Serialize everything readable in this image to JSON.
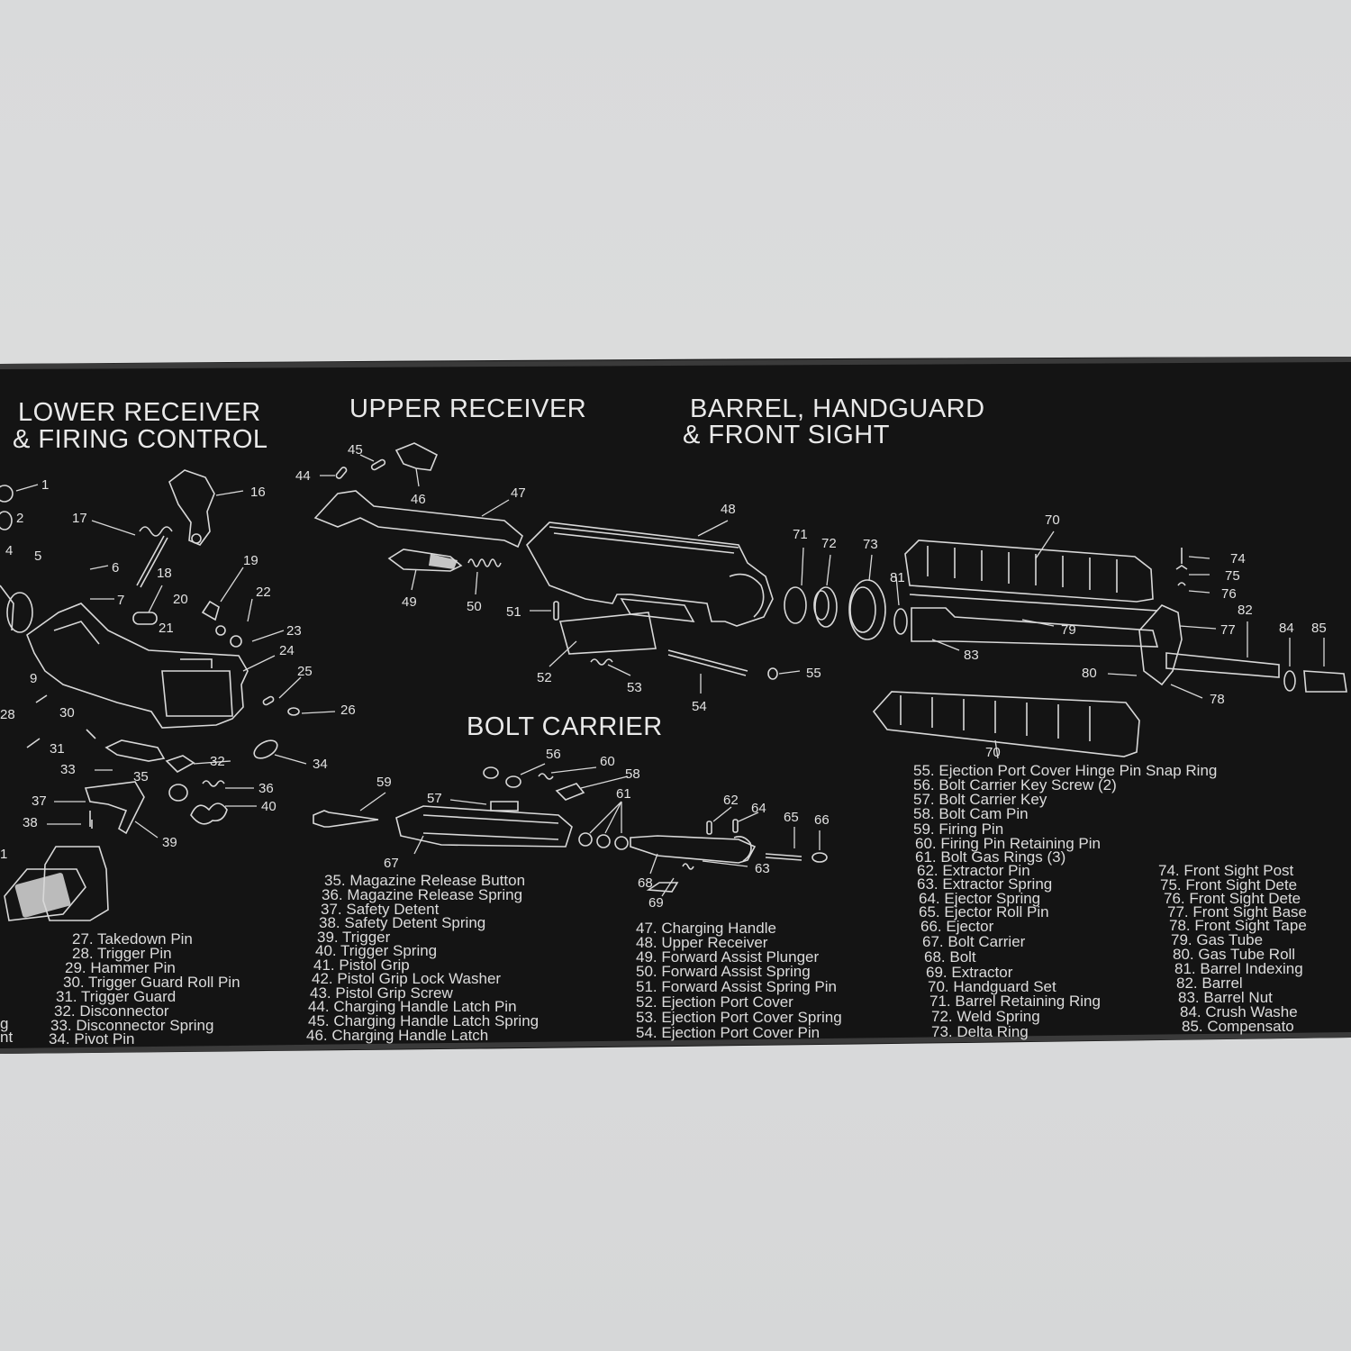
{
  "sections": {
    "lower_receiver": [
      "LOWER RECEIVER",
      "& FIRING CONTROL"
    ],
    "upper_receiver": [
      "UPPER RECEIVER"
    ],
    "barrel": [
      "BARREL, HANDGUARD",
      "&  FRONT SIGHT"
    ],
    "bolt_carrier": [
      "BOLT CARRIER"
    ]
  },
  "callouts": [
    "1",
    "2",
    "4",
    "5",
    "6",
    "7",
    "9",
    "16",
    "17",
    "18",
    "19",
    "20",
    "21",
    "22",
    "23",
    "24",
    "25",
    "26",
    "28",
    "30",
    "31",
    "32",
    "33",
    "34",
    "35",
    "36",
    "37",
    "38",
    "39",
    "40",
    "44",
    "45",
    "46",
    "47",
    "48",
    "49",
    "50",
    "51",
    "52",
    "53",
    "54",
    "55",
    "56",
    "57",
    "58",
    "59",
    "60",
    "61",
    "62",
    "63",
    "64",
    "65",
    "66",
    "67",
    "68",
    "69",
    "70",
    "71",
    "72",
    "73",
    "74",
    "75",
    "76",
    "77",
    "78",
    "79",
    "80",
    "81",
    "82",
    "83",
    "84",
    "85",
    "70",
    "1"
  ],
  "parts_lists": {
    "col1": [
      "27. Takedown Pin",
      "28. Trigger Pin",
      "29. Hammer Pin",
      "30. Trigger Guard Roll Pin",
      "31. Trigger Guard",
      "32. Disconnector",
      "33. Disconnector Spring",
      "34. Pivot Pin"
    ],
    "col1_edge": [
      "g",
      "nt"
    ],
    "col2": [
      "35. Magazine Release Button",
      "36. Magazine Release Spring",
      "37. Safety Detent",
      "38. Safety Detent Spring",
      "39. Trigger",
      "40. Trigger Spring",
      "41. Pistol Grip",
      "42. Pistol Grip Lock Washer",
      "43. Pistol Grip Screw",
      "44. Charging Handle Latch Pin",
      "45. Charging Handle Latch Spring",
      "46. Charging Handle Latch"
    ],
    "col3": [
      "47. Charging Handle",
      "48. Upper Receiver",
      "49. Forward Assist Plunger",
      "50. Forward Assist Spring",
      "51. Forward Assist Spring Pin",
      "52. Ejection Port Cover",
      "53. Ejection Port Cover Spring",
      "54. Ejection Port Cover Pin"
    ],
    "col4": [
      "55. Ejection Port Cover Hinge Pin Snap Ring",
      "56. Bolt Carrier Key Screw (2)",
      "57. Bolt Carrier Key",
      "58. Bolt Cam Pin",
      "59. Firing Pin",
      "60. Firing Pin Retaining Pin",
      "61. Bolt Gas Rings (3)",
      "62. Extractor Pin",
      "63. Extractor Spring",
      "64. Ejector Spring",
      "65. Ejector Roll Pin",
      "66. Ejector",
      "67. Bolt Carrier",
      "68. Bolt",
      "69. Extractor",
      "70. Handguard  Set",
      "71. Barrel Retaining Ring",
      "72. Weld Spring",
      "73. Delta Ring"
    ],
    "col5": [
      "74. Front Sight Post",
      "75. Front Sight Dete",
      "76. Front Sight Dete",
      "77. Front Sight Base",
      "78. Front Sight Tape",
      "79. Gas Tube",
      "80. Gas Tube Roll",
      "81. Barrel Indexing",
      "82. Barrel",
      "83. Barrel Nut",
      "84. Crush Washe",
      "85. Compensato"
    ]
  },
  "colors": {
    "mat": "#141414",
    "ink": "#d8d8d8",
    "background": "#d9dadb"
  }
}
